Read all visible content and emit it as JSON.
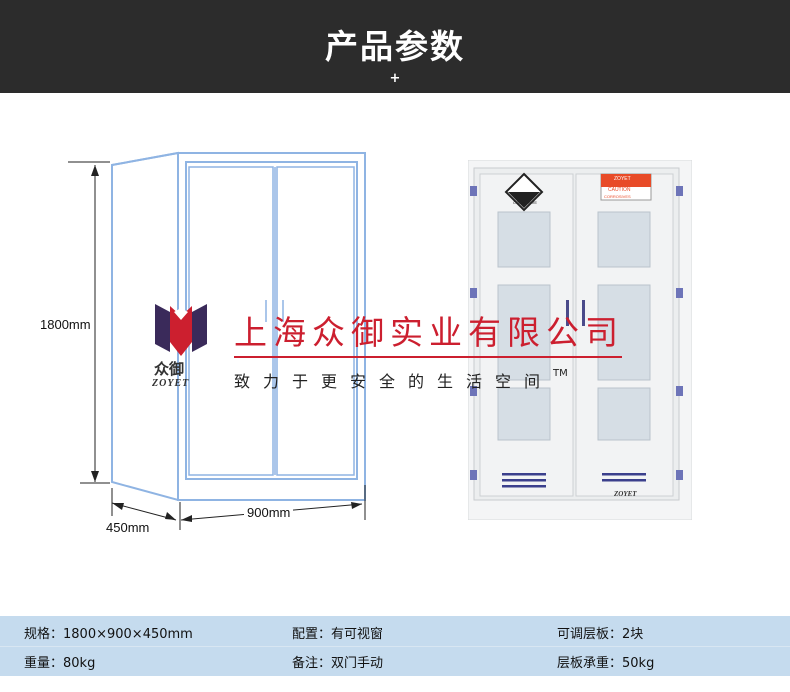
{
  "header": {
    "title": "产品参数",
    "plus": "+"
  },
  "dimensions": {
    "height": "1800mm",
    "width": "900mm",
    "depth": "450mm"
  },
  "brand": {
    "logo_cn": "众御",
    "logo_en": "ZOYET",
    "name": "上海众御实业有限公司",
    "slogan": "致力于更安全的生活空间",
    "tm": "TM"
  },
  "photo_labels": {
    "door_brand": "ZOYET",
    "badge_brand": "ZOYET",
    "caution": "CAUTION",
    "corrosives": "CORROSIVES",
    "hazard": "CORROSIVE"
  },
  "specs": [
    {
      "label": "规格：",
      "value": "1800×900×450mm"
    },
    {
      "label": "配置：",
      "value": "有可视窗"
    },
    {
      "label": "可调层板：",
      "value": "2块"
    },
    {
      "label": "重量：",
      "value": "80kg"
    },
    {
      "label": "备注：",
      "value": "双门手动"
    },
    {
      "label": "层板承重：",
      "value": "50kg"
    }
  ],
  "colors": {
    "header_bg": "#2c2c2c",
    "spec_bg": "#c5dbee",
    "brand_red": "#cc1f2f",
    "outline_blue": "#8fb4e3"
  }
}
